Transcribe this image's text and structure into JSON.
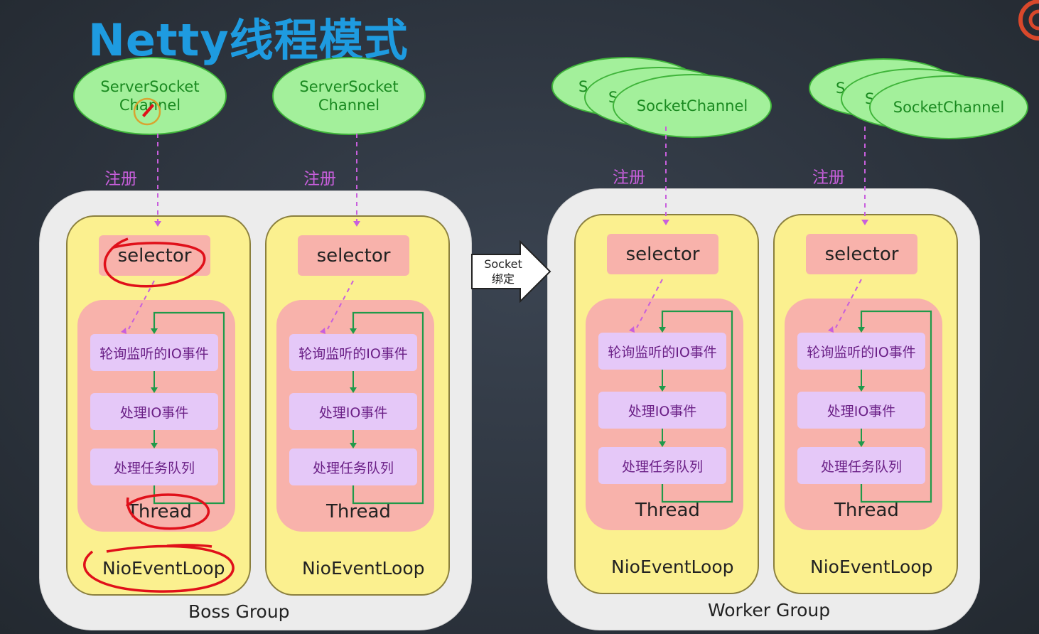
{
  "title": "Netty线程模式",
  "server_channels": [
    "ServerSocket\nChannel",
    "ServerSocket\nChannel"
  ],
  "socket_channel_label": "SocketChannel",
  "socket_channel_partial": "S",
  "register_label": "注册",
  "selector_label": "selector",
  "steps": [
    "轮询监听的IO事件",
    "处理IO事件",
    "处理任务队列"
  ],
  "thread_label": "Thread",
  "loop_label": "NioEventLoop",
  "boss_group_label": "Boss Group",
  "worker_group_label": "Worker Group",
  "bind_arrow_label": "Socket\n绑定",
  "colors": {
    "title": "#1e9be0",
    "channel_fill": "#a3f09b",
    "channel_text": "#1a8a20",
    "register_text": "#c85fdc",
    "loop_fill": "#fbf08f",
    "selector_fill": "#f8b2ab",
    "step_fill": "#e5c8f8",
    "step_text": "#6a1f86",
    "flow_arrow": "#1f9a4a",
    "annotation": "#e0101a"
  }
}
